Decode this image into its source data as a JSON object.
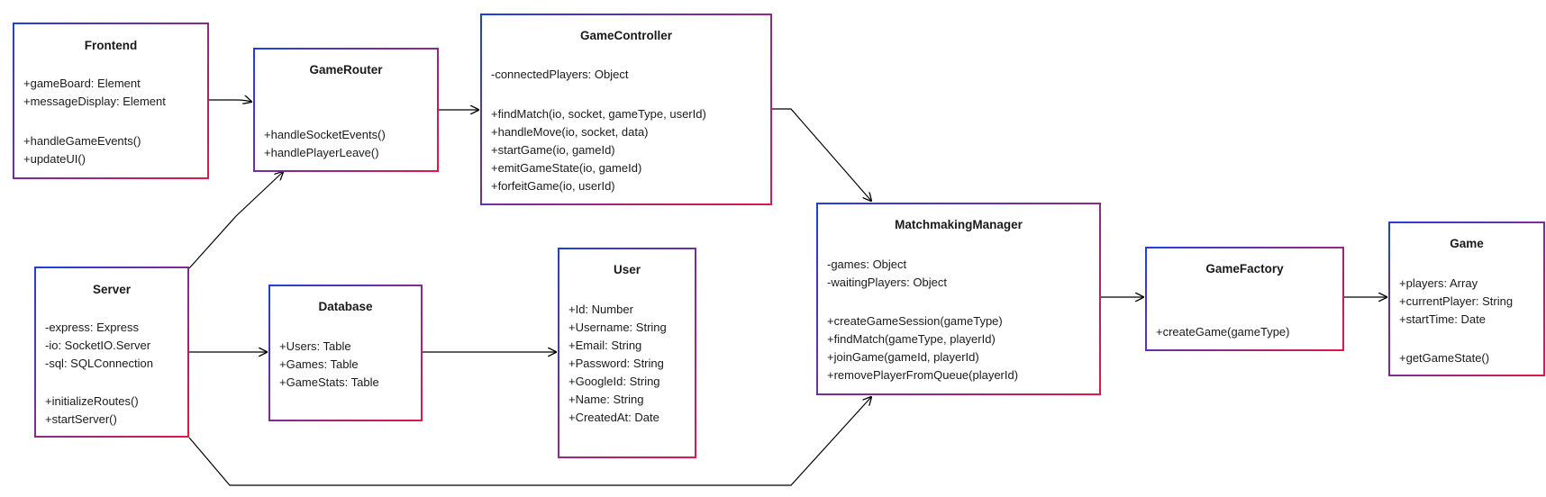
{
  "classes": {
    "frontend": {
      "name": "Frontend",
      "attributes": [
        "+gameBoard: Element",
        "+messageDisplay: Element"
      ],
      "methods": [
        "+handleGameEvents()",
        "+updateUI()"
      ]
    },
    "game_router": {
      "name": "GameRouter",
      "attributes": [],
      "methods": [
        "+handleSocketEvents()",
        "+handlePlayerLeave()"
      ]
    },
    "game_controller": {
      "name": "GameController",
      "attributes": [
        "-connectedPlayers: Object"
      ],
      "methods": [
        "+findMatch(io, socket, gameType, userId)",
        "+handleMove(io, socket, data)",
        "+startGame(io, gameId)",
        "+emitGameState(io, gameId)",
        "+forfeitGame(io, userId)"
      ]
    },
    "server": {
      "name": "Server",
      "attributes": [
        "-express: Express",
        "-io: SocketIO.Server",
        "-sql: SQLConnection"
      ],
      "methods": [
        "+initializeRoutes()",
        "+startServer()"
      ]
    },
    "database": {
      "name": "Database",
      "attributes": [
        "+Users: Table",
        "+Games: Table",
        "+GameStats: Table"
      ],
      "methods": []
    },
    "user": {
      "name": "User",
      "attributes": [
        "+Id: Number",
        "+Username: String",
        "+Email: String",
        "+Password: String",
        "+GoogleId: String",
        "+Name: String",
        "+CreatedAt: Date"
      ],
      "methods": []
    },
    "matchmaking_manager": {
      "name": "MatchmakingManager",
      "attributes": [
        "-games: Object",
        "-waitingPlayers: Object"
      ],
      "methods": [
        "+createGameSession(gameType)",
        "+findMatch(gameType, playerId)",
        "+joinGame(gameId, playerId)",
        "+removePlayerFromQueue(playerId)"
      ]
    },
    "game_factory": {
      "name": "GameFactory",
      "attributes": [],
      "methods": [
        "+createGame(gameType)"
      ]
    },
    "game": {
      "name": "Game",
      "attributes": [
        "+players: Array",
        "+currentPlayer: String",
        "+startTime: Date"
      ],
      "methods": [
        "+getGameState()"
      ]
    }
  },
  "relations": [
    {
      "from": "Frontend",
      "to": "GameRouter"
    },
    {
      "from": "GameRouter",
      "to": "GameController"
    },
    {
      "from": "GameController",
      "to": "MatchmakingManager"
    },
    {
      "from": "Server",
      "to": "GameRouter"
    },
    {
      "from": "Server",
      "to": "Database"
    },
    {
      "from": "Database",
      "to": "User"
    },
    {
      "from": "Server",
      "to": "MatchmakingManager"
    },
    {
      "from": "MatchmakingManager",
      "to": "GameFactory"
    },
    {
      "from": "GameFactory",
      "to": "Game"
    }
  ],
  "style": {
    "border_gradient": [
      "#1f3fe0",
      "#e01846"
    ],
    "line_color": "#000000"
  }
}
